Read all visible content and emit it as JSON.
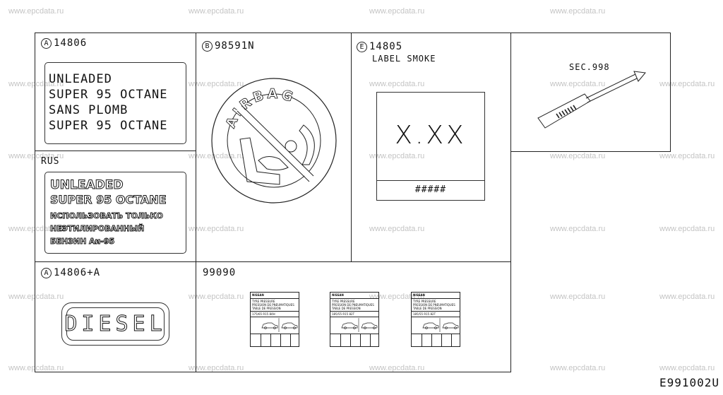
{
  "watermark": "www.epcdata.ru",
  "diagram_code": "E991002U",
  "cells": {
    "a": {
      "badge": "A",
      "part_no": "14806",
      "lines": [
        "UNLEADED",
        "SUPER 95 OCTANE",
        "SANS PLOMB",
        "SUPER 95 OCTANE"
      ],
      "rus_label": "RUS",
      "rus_lines": [
        "UNLEADED",
        "SUPER 95 OCTANE",
        "ИСПОЛЬЗОВАТЬ ТОЛЬКО",
        "НЕЭТИЛИРОВАННЫЙ",
        "БЕНЗИН Аи-95"
      ]
    },
    "b": {
      "badge": "B",
      "part_no": "98591N",
      "sticker_text": "AIRBAG"
    },
    "e": {
      "badge": "E",
      "part_no": "14805",
      "name": "LABEL SMOKE",
      "value_text": "X.XX",
      "footer_text": "#####"
    },
    "sec": {
      "label": "SEC.998"
    },
    "a2": {
      "badge": "A",
      "part_no": "14806+A",
      "diesel_text": "DIESEL"
    },
    "tyre": {
      "part_no": "99090",
      "brand": "NISSAN",
      "lines": [
        "TYRE PRESSURE",
        "PRESSION DE PNEUMATIQUES",
        "TABLE DE PRESSION"
      ],
      "sizes": [
        "175/65 R15 84H",
        "185/55 R15 82T",
        "185/55 R15 82T"
      ]
    }
  }
}
